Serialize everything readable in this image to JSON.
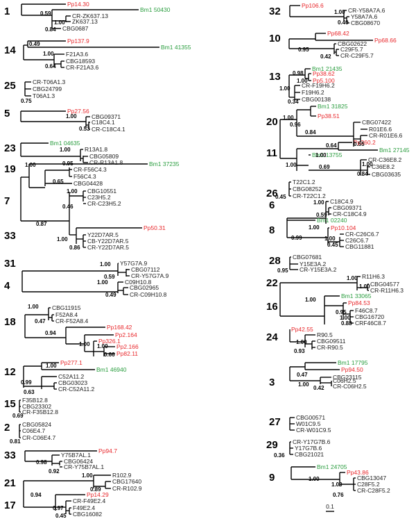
{
  "colors": {
    "black": "#1a1a1a",
    "red": "#e8262a",
    "green": "#2a9d3f"
  },
  "scale_label": "0.1",
  "groups": [
    {
      "id": "g1",
      "number": "1",
      "labels": [
        {
          "text": "Pp14.30",
          "color": "red"
        },
        {
          "text": "Bm1 50430",
          "color": "green"
        },
        {
          "text": "CR-ZK637.13",
          "color": "black"
        },
        {
          "text": "ZK637.13",
          "color": "black"
        },
        {
          "text": "CBG0687",
          "color": "black"
        }
      ],
      "support": [
        "0.59",
        "1.00",
        "0.84"
      ]
    },
    {
      "id": "g14",
      "number": "14",
      "labels": [
        {
          "text": "Pp137.9",
          "color": "red"
        },
        {
          "text": "Bm1 41355",
          "color": "green"
        },
        {
          "text": "F21A3.6",
          "color": "black"
        },
        {
          "text": "CBG18593",
          "color": "black"
        },
        {
          "text": "CR-F21A3.6",
          "color": "black"
        }
      ],
      "support": [
        "0.49",
        "1.00",
        "0.64"
      ]
    },
    {
      "id": "g25",
      "number": "25",
      "labels": [
        {
          "text": "CR-T06A1.3",
          "color": "black"
        },
        {
          "text": "CBG24799",
          "color": "black"
        },
        {
          "text": "T06A1.3",
          "color": "black"
        }
      ],
      "support": [
        "0.75"
      ]
    },
    {
      "id": "g5",
      "number": "5",
      "labels": [
        {
          "text": "Pp27.56",
          "color": "red"
        },
        {
          "text": "CBG09371",
          "color": "black"
        },
        {
          "text": "C18C4.1",
          "color": "black"
        },
        {
          "text": "CR-C18C4.1",
          "color": "black"
        }
      ],
      "support": [
        "1.00",
        "0.53"
      ]
    },
    {
      "id": "g23",
      "number": "23",
      "labels": [
        {
          "text": "Bm1 04635",
          "color": "green"
        },
        {
          "text": "R13A1.8",
          "color": "black"
        },
        {
          "text": "CBG05809",
          "color": "black"
        },
        {
          "text": "CR-R13A1.8",
          "color": "black"
        }
      ],
      "support": [
        "1.00",
        "0.95"
      ]
    },
    {
      "id": "g19_7_33",
      "numbers": [
        "19",
        "7",
        "33"
      ],
      "labels": [
        {
          "text": "Bm1 37235",
          "color": "green"
        },
        {
          "text": "CR-F56C4.3",
          "color": "black"
        },
        {
          "text": "F56C4.3",
          "color": "black"
        },
        {
          "text": "CBG04428",
          "color": "black"
        },
        {
          "text": "CBG10551",
          "color": "black"
        },
        {
          "text": "C23H5.2",
          "color": "black"
        },
        {
          "text": "CR-C23H5.2",
          "color": "black"
        },
        {
          "text": "Pp50.31",
          "color": "red"
        },
        {
          "text": "Y22D7AR.5",
          "color": "black"
        },
        {
          "text": "CB-Y22D7AR.5",
          "color": "black"
        },
        {
          "text": "CR-Y22D7AR.5",
          "color": "black"
        }
      ],
      "support": [
        "1.00",
        "1.00",
        "0.65",
        "0.87",
        "0.46",
        "1.00",
        "0.86"
      ]
    },
    {
      "id": "g31_4",
      "numbers": [
        "31",
        "4"
      ],
      "labels": [
        {
          "text": "Y57G7A.9",
          "color": "black"
        },
        {
          "text": "CBG07112",
          "color": "black"
        },
        {
          "text": "CR-Y57G7A.9",
          "color": "black"
        },
        {
          "text": "C09H10.8",
          "color": "black"
        },
        {
          "text": "CBG02965",
          "color": "black"
        },
        {
          "text": "CR-C09H10.8",
          "color": "black"
        }
      ],
      "support": [
        "1.00",
        "0.59",
        "1.00",
        "0.49"
      ]
    },
    {
      "id": "g18",
      "number": "18",
      "labels": [
        {
          "text": "CBG11915",
          "color": "black"
        },
        {
          "text": "F52A8.4",
          "color": "black"
        },
        {
          "text": "CR-F52A8.4",
          "color": "black"
        },
        {
          "text": "Pp168.42",
          "color": "red"
        },
        {
          "text": "Pp2.164",
          "color": "red"
        },
        {
          "text": "Pp326.1",
          "color": "red"
        },
        {
          "text": "Pp2.166",
          "color": "red"
        },
        {
          "text": "Pp82.11",
          "color": "red"
        }
      ],
      "support": [
        "1.00",
        "0.47",
        "0.94",
        "1.00",
        "1.00",
        "0.66"
      ]
    },
    {
      "id": "g12",
      "number": "12",
      "labels": [
        {
          "text": "Pp277.1",
          "color": "red"
        },
        {
          "text": "Bm1 46940",
          "color": "green"
        },
        {
          "text": "C52A11.2",
          "color": "black"
        },
        {
          "text": "CBG03023",
          "color": "black"
        },
        {
          "text": "CR-C52A11.2",
          "color": "black"
        }
      ],
      "support": [
        "1.00",
        "0.99",
        "0.63"
      ]
    },
    {
      "id": "g15",
      "number": "15",
      "labels": [
        {
          "text": "F35B12.8",
          "color": "black"
        },
        {
          "text": "CBG23302",
          "color": "black"
        },
        {
          "text": "CR-F35B12.8",
          "color": "black"
        }
      ],
      "support": [
        "0.69"
      ]
    },
    {
      "id": "g2",
      "number": "2",
      "labels": [
        {
          "text": "CBG05824",
          "color": "black"
        },
        {
          "text": "C06E4.7",
          "color": "black"
        },
        {
          "text": "CR-C06E4.7",
          "color": "black"
        }
      ],
      "support": [
        "0.81"
      ]
    },
    {
      "id": "g33b",
      "number": "33",
      "labels": [
        {
          "text": "Pp94.7",
          "color": "red"
        },
        {
          "text": "Y75B7AL.1",
          "color": "black"
        },
        {
          "text": "CBG06424",
          "color": "black"
        },
        {
          "text": "CR-Y75B7AL.1",
          "color": "black"
        }
      ],
      "support": [
        "0.98",
        "0.92"
      ]
    },
    {
      "id": "g21_17",
      "numbers": [
        "21",
        "17"
      ],
      "labels": [
        {
          "text": "R102.9",
          "color": "black"
        },
        {
          "text": "CBG17640",
          "color": "black"
        },
        {
          "text": "CR-R102.9",
          "color": "black"
        },
        {
          "text": "Pp14.29",
          "color": "red"
        },
        {
          "text": "CR-F49E2.4",
          "color": "black"
        },
        {
          "text": "F49E2.4",
          "color": "black"
        },
        {
          "text": "CBG16082",
          "color": "black"
        }
      ],
      "support": [
        "1.00",
        "0.89",
        "0.94",
        "0.97",
        "0.45"
      ]
    },
    {
      "id": "g32",
      "number": "32",
      "labels": [
        {
          "text": "Pp106.6",
          "color": "red"
        },
        {
          "text": "CR-Y58A7A.6",
          "color": "black"
        },
        {
          "text": "Y58A7A.6",
          "color": "black"
        },
        {
          "text": "CBG08670",
          "color": "black"
        }
      ],
      "support": [
        "1.00",
        "0.40"
      ]
    },
    {
      "id": "g10",
      "number": "10",
      "labels": [
        {
          "text": "Pp68.42",
          "color": "red"
        },
        {
          "text": "Pp68.66",
          "color": "red"
        },
        {
          "text": "CBG02622",
          "color": "black"
        },
        {
          "text": "C29F5.7",
          "color": "black"
        },
        {
          "text": "CR-C29F5.7",
          "color": "black"
        }
      ],
      "support": [
        "0.95",
        "0.42"
      ]
    },
    {
      "id": "g13",
      "number": "13",
      "labels": [
        {
          "text": "Bm1 21435",
          "color": "green"
        },
        {
          "text": "Pp38.62",
          "color": "red"
        },
        {
          "text": "Pp5.100",
          "color": "red"
        },
        {
          "text": "CR-F19H6.2",
          "color": "black"
        },
        {
          "text": "F19H6.2",
          "color": "black"
        },
        {
          "text": "CBG00138",
          "color": "black"
        }
      ],
      "support": [
        "0.98",
        "1.00",
        "1.00",
        "0.34"
      ]
    },
    {
      "id": "g20_11",
      "numbers": [
        "20",
        "11"
      ],
      "labels": [
        {
          "text": "Bm1 31825",
          "color": "green"
        },
        {
          "text": "Pp38.51",
          "color": "red"
        },
        {
          "text": "CBG07422",
          "color": "black"
        },
        {
          "text": "R01E6.6",
          "color": "black"
        },
        {
          "text": "CR-R01E6.6",
          "color": "black"
        },
        {
          "text": "Pp360.2",
          "color": "red"
        },
        {
          "text": "Bm1 27145",
          "color": "green"
        },
        {
          "text": "Bm1 13755",
          "color": "green"
        },
        {
          "text": "CR-C36E8.2",
          "color": "black"
        },
        {
          "text": "C36E8.2",
          "color": "black"
        },
        {
          "text": "CBG03635",
          "color": "black"
        }
      ],
      "support": [
        "1.00",
        "0.96",
        "0.84",
        "0.55",
        "1.00",
        "0.64",
        "1.00",
        "0.69",
        "1.00",
        "0.84"
      ]
    },
    {
      "id": "g26",
      "number": "26",
      "labels": [
        {
          "text": "T22C1.2",
          "color": "black"
        },
        {
          "text": "CBG08252",
          "color": "black"
        },
        {
          "text": "CR-T22C1.2",
          "color": "black"
        }
      ],
      "support": [
        "0.45"
      ]
    },
    {
      "id": "g6_8",
      "numbers": [
        "6",
        "8"
      ],
      "labels": [
        {
          "text": "C18C4.9",
          "color": "black"
        },
        {
          "text": "CBG09371",
          "color": "black"
        },
        {
          "text": "CR-C18C4.9",
          "color": "black"
        },
        {
          "text": "Bm1 02240",
          "color": "green"
        },
        {
          "text": "Pp10.104",
          "color": "red"
        },
        {
          "text": "CR-C26C6.7",
          "color": "black"
        },
        {
          "text": "C26C6.7",
          "color": "black"
        },
        {
          "text": "CBG11881",
          "color": "black"
        }
      ],
      "support": [
        "1.00",
        "0.59",
        "1.00",
        "0.99",
        "1.00",
        "0.45"
      ]
    },
    {
      "id": "g28",
      "number": "28",
      "labels": [
        {
          "text": "CBG07681",
          "color": "black"
        },
        {
          "text": "Y15E3A.2",
          "color": "black"
        },
        {
          "text": "CR-Y15E3A.2",
          "color": "black"
        }
      ],
      "support": [
        "0.95"
      ]
    },
    {
      "id": "g22_16",
      "numbers": [
        "22",
        "16"
      ],
      "labels": [
        {
          "text": "R11H6.3",
          "color": "black"
        },
        {
          "text": "CBG04577",
          "color": "black"
        },
        {
          "text": "CR-R11H6.3",
          "color": "black"
        },
        {
          "text": "Bm1 33065",
          "color": "green"
        },
        {
          "text": "Pp84.53",
          "color": "red"
        },
        {
          "text": "F46C8.7",
          "color": "black"
        },
        {
          "text": "CBG16720",
          "color": "black"
        },
        {
          "text": "CRF46C8.7",
          "color": "black"
        }
      ],
      "support": [
        "1.00",
        "1.00",
        "1.00",
        "0.95",
        "1.00",
        "0.88"
      ]
    },
    {
      "id": "g24",
      "number": "24",
      "labels": [
        {
          "text": "Pp42.55",
          "color": "red"
        },
        {
          "text": "R90.5",
          "color": "black"
        },
        {
          "text": "CBG09511",
          "color": "black"
        },
        {
          "text": "CR-R90.5",
          "color": "black"
        }
      ],
      "support": [
        "1.00",
        "0.93"
      ]
    },
    {
      "id": "g3",
      "number": "3",
      "labels": [
        {
          "text": "Bm1 17795",
          "color": "green"
        },
        {
          "text": "Pp94.50",
          "color": "red"
        },
        {
          "text": "CBG23115",
          "color": "black"
        },
        {
          "text": "C06H2.5",
          "color": "black"
        },
        {
          "text": "CR-C06H2.5",
          "color": "black"
        }
      ],
      "support": [
        "0.47",
        "1.00",
        "0.42"
      ]
    },
    {
      "id": "g27",
      "number": "27",
      "labels": [
        {
          "text": "CBG00571",
          "color": "black"
        },
        {
          "text": "W01C9.5",
          "color": "black"
        },
        {
          "text": "CR-W01C9.5",
          "color": "black"
        }
      ],
      "support": []
    },
    {
      "id": "g29",
      "number": "29",
      "labels": [
        {
          "text": "CR-Y17G7B.6",
          "color": "black"
        },
        {
          "text": "Y17G7B.6",
          "color": "black"
        },
        {
          "text": "CBG21021",
          "color": "black"
        }
      ],
      "support": [
        "0.36"
      ]
    },
    {
      "id": "g9",
      "number": "9",
      "labels": [
        {
          "text": "Bm1 24705",
          "color": "green"
        },
        {
          "text": "Pp43.86",
          "color": "red"
        },
        {
          "text": "CBG13047",
          "color": "black"
        },
        {
          "text": "C28F5.2",
          "color": "black"
        },
        {
          "text": "CR-C28F5.2",
          "color": "black"
        }
      ],
      "support": [
        "1.00",
        "1.00",
        "0.76"
      ]
    }
  ]
}
